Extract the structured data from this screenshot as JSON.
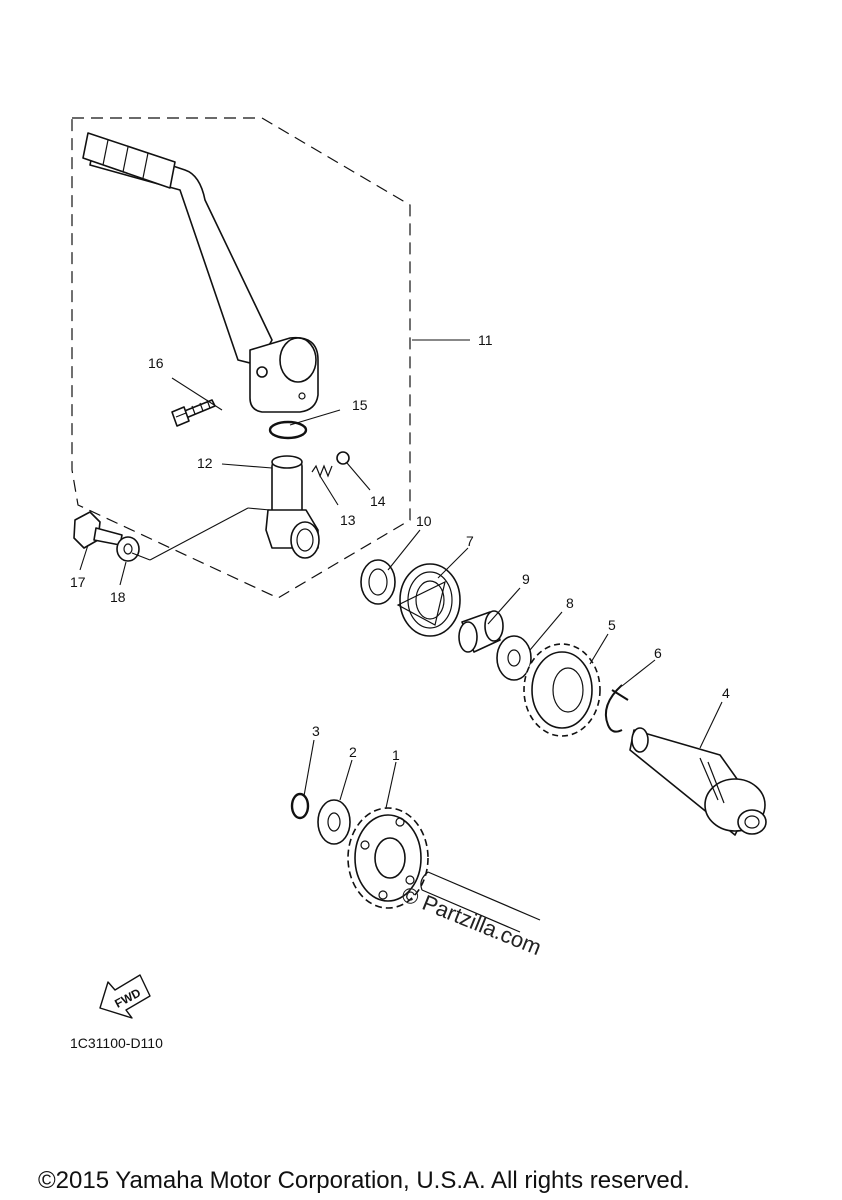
{
  "callouts": {
    "c1": "1",
    "c2": "2",
    "c3": "3",
    "c4": "4",
    "c5": "5",
    "c6": "6",
    "c7": "7",
    "c8": "8",
    "c9": "9",
    "c10": "10",
    "c11": "11",
    "c12": "12",
    "c13": "13",
    "c14": "14",
    "c15": "15",
    "c16": "16",
    "c17": "17",
    "c18": "18"
  },
  "fwd_label": "FWD",
  "diagram_code": "1C31100-D110",
  "watermark": "© Partzilla.com",
  "copyright": "©2015 Yamaha Motor Corporation, U.S.A. All rights reserved."
}
